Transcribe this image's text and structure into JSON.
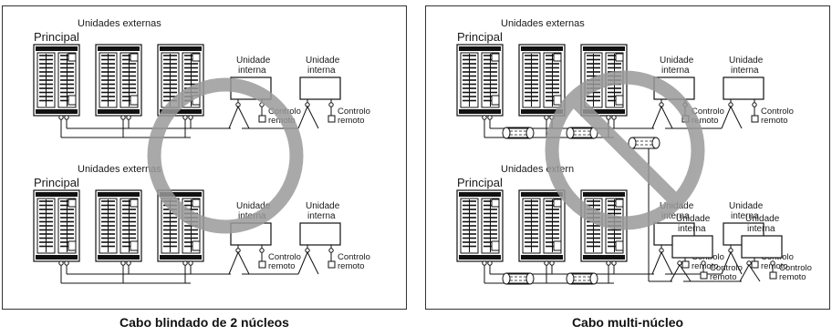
{
  "left_panel": {
    "top_group": {
      "outdoor_label": "Unidades externas",
      "principal_label": "Principal"
    },
    "bottom_group": {
      "outdoor_label": "Unidades externas",
      "principal_label": "Principal"
    },
    "indoor_label_line1": "Unidade",
    "indoor_label_line2": "interna",
    "remote_label_line1": "Controlo",
    "remote_label_line2": "remoto",
    "caption": "Cabo blindado de 2 núcleos"
  },
  "right_panel": {
    "top_group": {
      "outdoor_label": "Unidades externas",
      "principal_label": "Principal"
    },
    "bottom_group": {
      "outdoor_label": "Unidades extern",
      "principal_label": "Principal"
    },
    "indoor_label_line1": "Unidade",
    "indoor_label_line2": "interna",
    "remote_label_line1": "Controlo",
    "remote_label_line2": "remoto",
    "caption": "Cabo multi-núcleo"
  },
  "prohibited_symbol_color": "#9a9a9a",
  "prohibited_symbol_icon": "prohibited-icon"
}
